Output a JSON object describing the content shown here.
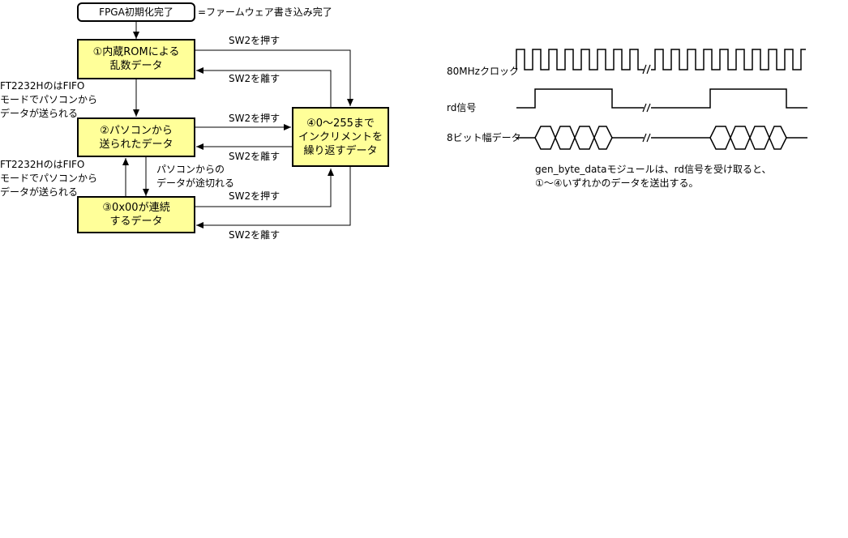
{
  "flow": {
    "start": "FPGA初期化完了",
    "start_note": "=ファームウェア書き込み完了",
    "state1": [
      "①内蔵ROMによる",
      "乱数データ"
    ],
    "state2": [
      "②パソコンから",
      "送られたデータ"
    ],
    "state3": [
      "③0x00が連続",
      "するデータ"
    ],
    "state4": [
      "④0～255まで",
      "インクリメントを",
      "繰り返すデータ"
    ],
    "sw_press": "SW2を押す",
    "sw_release": "SW2を離す",
    "fifo_note": [
      "FT2232HのはFIFO",
      "モードでパソコンから",
      "データが送られる"
    ],
    "stop_note": [
      "パソコンからの",
      "データが途切れる"
    ]
  },
  "timing": {
    "clock_label": "80MHzクロック",
    "rd_label": "rd信号",
    "data_label": "8ビット幅データ",
    "caption": [
      "gen_byte_dataモジュールは、rd信号を受け取ると、",
      "①～④いずれかのデータを送出する。"
    ]
  }
}
